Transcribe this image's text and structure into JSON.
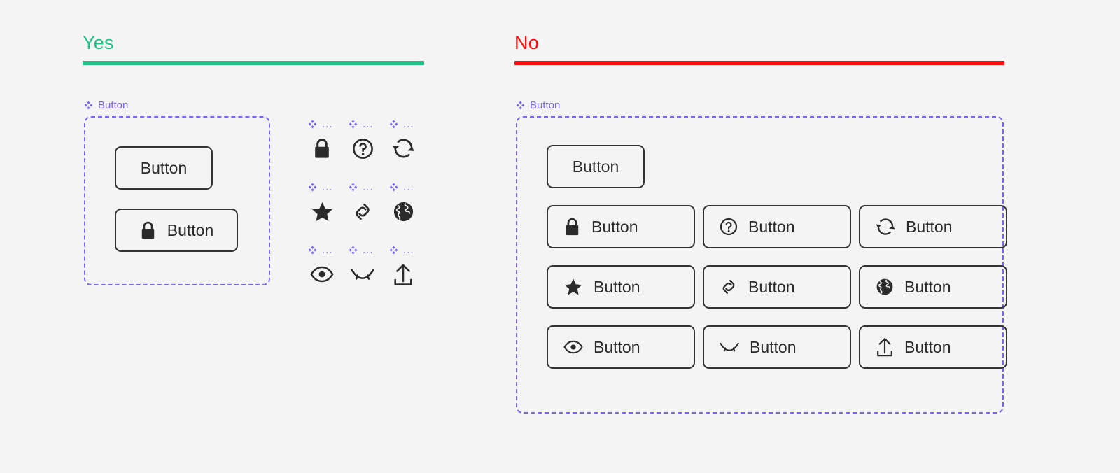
{
  "page": {
    "background_color": "#f4f4f4",
    "button_border_color": "#333333",
    "component_purple": "#7b61ff"
  },
  "sections": {
    "yes": {
      "title": "Yes",
      "rule_color": "#21c287",
      "title_color": "#21c287",
      "component_label": "Button",
      "buttons": [
        {
          "label": "Button",
          "icon": "none"
        },
        {
          "label": "Button",
          "icon": "lock-icon"
        }
      ]
    },
    "no": {
      "title": "No",
      "rule_color": "#fa0e0e",
      "title_color": "#fa0e0e",
      "component_label": "Button",
      "buttons": [
        {
          "label": "Button",
          "icon": "none"
        },
        {
          "label": "Button",
          "icon": "lock-icon"
        },
        {
          "label": "Button",
          "icon": "question-circle-icon"
        },
        {
          "label": "Button",
          "icon": "refresh-icon"
        },
        {
          "label": "Button",
          "icon": "star-icon"
        },
        {
          "label": "Button",
          "icon": "link-icon"
        },
        {
          "label": "Button",
          "icon": "globe-icon"
        },
        {
          "label": "Button",
          "icon": "eye-icon"
        },
        {
          "label": "Button",
          "icon": "eye-closed-icon"
        },
        {
          "label": "Button",
          "icon": "upload-icon"
        }
      ]
    }
  },
  "icon_grid": {
    "label_truncated": "...",
    "items": [
      {
        "icon": "lock-icon"
      },
      {
        "icon": "question-circle-icon"
      },
      {
        "icon": "refresh-icon"
      },
      {
        "icon": "star-icon"
      },
      {
        "icon": "link-icon"
      },
      {
        "icon": "globe-icon"
      },
      {
        "icon": "eye-icon"
      },
      {
        "icon": "eye-closed-icon"
      },
      {
        "icon": "upload-icon"
      }
    ]
  }
}
